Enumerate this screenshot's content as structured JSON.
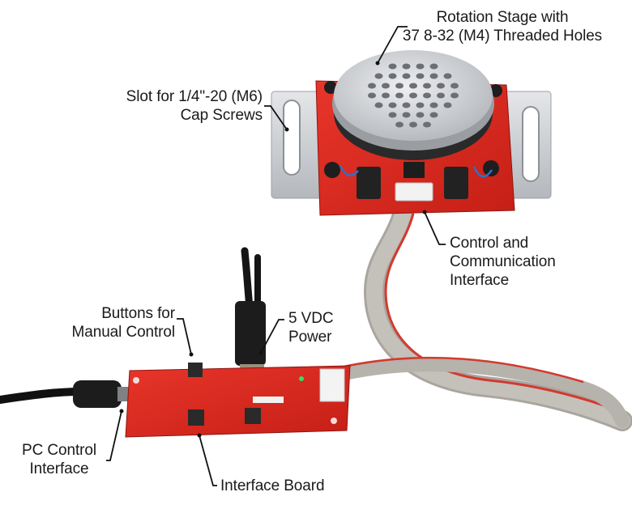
{
  "callouts": {
    "rotation_stage": {
      "line1": "Rotation Stage with",
      "line2": "37 8-32 (M4) Threaded Holes"
    },
    "slot": {
      "line1": "Slot for 1/4\"-20 (M6)",
      "line2": "Cap Screws"
    },
    "control_comm": {
      "line1": "Control and",
      "line2": "Communication",
      "line3": "Interface"
    },
    "buttons": {
      "line1": "Buttons for",
      "line2": "Manual Control"
    },
    "power": {
      "line1": "5 VDC",
      "line2": "Power"
    },
    "pc_control": {
      "line1": "PC Control",
      "line2": "Interface"
    },
    "interface_board": {
      "line1": "Interface Board"
    }
  },
  "colors": {
    "pcb_red": "#d8261c",
    "aluminum": "#c9ccd0",
    "ribbon_gray": "#b9b6b0",
    "ribbon_red_edge": "#d23a2e"
  }
}
